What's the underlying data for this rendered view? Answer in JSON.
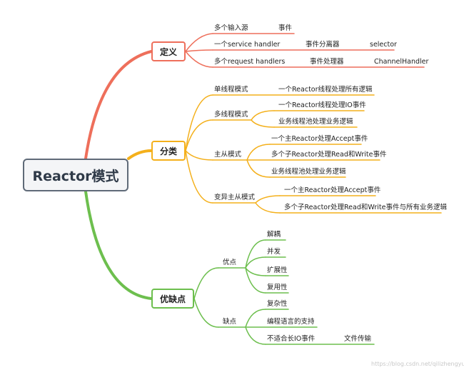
{
  "root": "Reactor模式",
  "definition": {
    "title": "定义",
    "rows": [
      [
        "多个输入源",
        "事件"
      ],
      [
        "一个service handler",
        "事件分离器",
        "selector"
      ],
      [
        "多个request handlers",
        "事件处理器",
        "ChannelHandler"
      ]
    ]
  },
  "classification": {
    "title": "分类",
    "single": {
      "label": "单线程模式",
      "desc": "一个Reactor线程处理所有逻辑"
    },
    "multi": {
      "label": "多线程模式",
      "items": [
        "一个Reactor线程处理IO事件",
        "业务线程池处理业务逻辑"
      ]
    },
    "master": {
      "label": "主从模式",
      "items": [
        "一个主Reactor处理Accept事件",
        "多个子Reactor处理Read和Write事件",
        "业务线程池处理业务逻辑"
      ]
    },
    "variant": {
      "label": "变异主从模式",
      "items": [
        "一个主Reactor处理Accept事件",
        "多个子Reactor处理Read和Write事件与所有业务逻辑"
      ]
    }
  },
  "proscons": {
    "title": "优缺点",
    "pros": {
      "label": "优点",
      "items": [
        "解耦",
        "并发",
        "扩展性",
        "复用性"
      ]
    },
    "cons": {
      "label": "缺点",
      "items": [
        "复杂性",
        "编程语言的支持",
        "不适合长IO事件"
      ],
      "extra": "文件传输"
    }
  },
  "watermark": "https://blog.csdn.net/qilizhengyuan",
  "colors": {
    "definition": "#ee6f5b",
    "classification": "#f4b01b",
    "proscons": "#6dbf4e",
    "root_border": "#5f6a78"
  }
}
